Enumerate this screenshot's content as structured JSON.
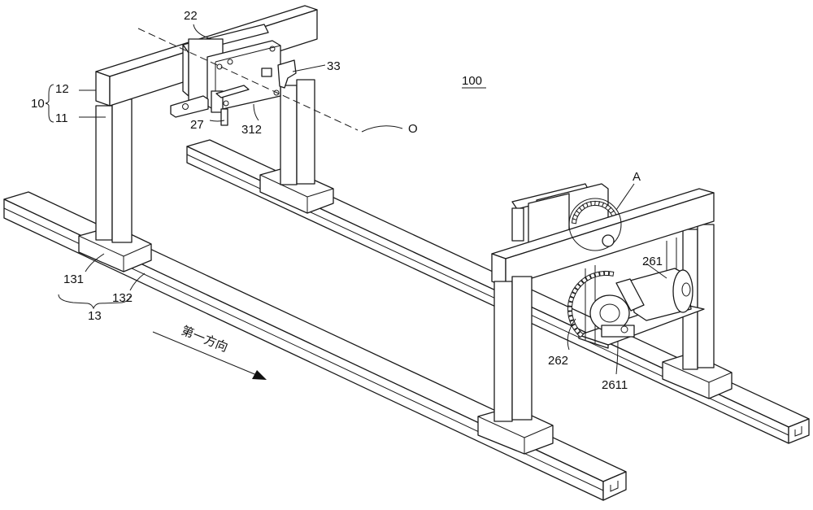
{
  "labels": {
    "l100": "100",
    "l10": "10",
    "l12": "12",
    "l11": "11",
    "l22": "22",
    "l33": "33",
    "l27": "27",
    "l312": "312",
    "lO": "O",
    "lA": "A",
    "l261": "261",
    "l262": "262",
    "l2611": "2611",
    "l131": "131",
    "l132": "132",
    "l13": "13"
  },
  "direction_text": "第一方向"
}
